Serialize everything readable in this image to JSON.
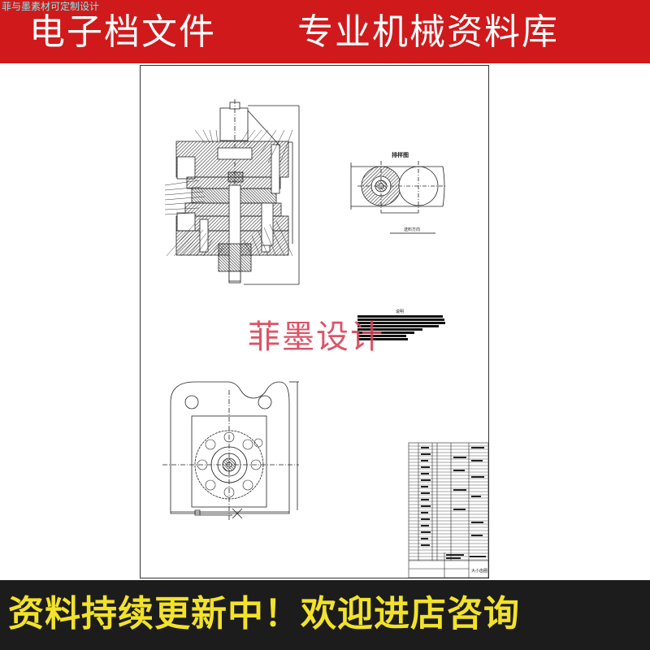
{
  "header": {
    "watermark": "菲与墨素材可定制设计",
    "title_left": "电子档文件",
    "title_right": "专业机械资料库",
    "background_color": "#d0191b",
    "text_color": "#ffffff"
  },
  "drawing": {
    "layout_view_title": "排样图",
    "feed_direction_label": "送料方向",
    "notes_title": "说明",
    "center_watermark": "菲墨设计",
    "title_block_name": "大小齿圈"
  },
  "footer": {
    "text": "资料持续更新中！欢迎进店咨询",
    "background_color": "#1c1c1c",
    "text_color": "#f2e22a"
  }
}
